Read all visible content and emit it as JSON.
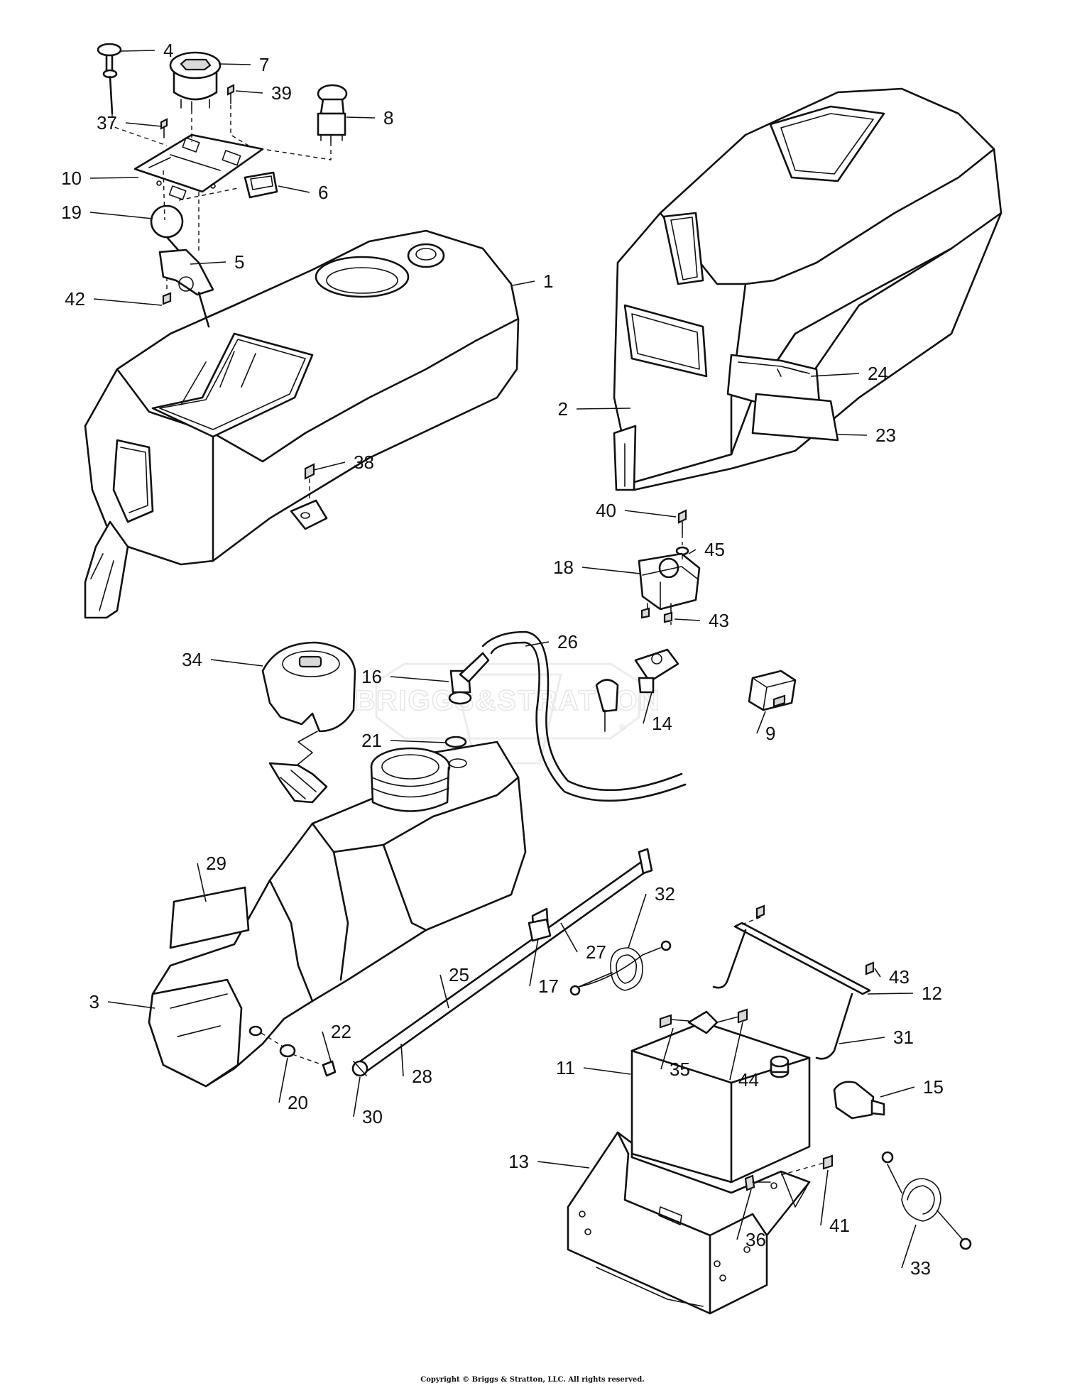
{
  "watermark": "BRIGGS&STRATTON",
  "watermark_mark": "®",
  "copyright": "Copyright © Briggs & Stratton, LLC. All rights reserved.",
  "callouts": [
    {
      "id": "4",
      "label": "4"
    },
    {
      "id": "7",
      "label": "7"
    },
    {
      "id": "39",
      "label": "39"
    },
    {
      "id": "8",
      "label": "8"
    },
    {
      "id": "37",
      "label": "37"
    },
    {
      "id": "10",
      "label": "10"
    },
    {
      "id": "6",
      "label": "6"
    },
    {
      "id": "19",
      "label": "19"
    },
    {
      "id": "5",
      "label": "5"
    },
    {
      "id": "42",
      "label": "42"
    },
    {
      "id": "1",
      "label": "1"
    },
    {
      "id": "38",
      "label": "38"
    },
    {
      "id": "24",
      "label": "24"
    },
    {
      "id": "2",
      "label": "2"
    },
    {
      "id": "23",
      "label": "23"
    },
    {
      "id": "40",
      "label": "40"
    },
    {
      "id": "45",
      "label": "45"
    },
    {
      "id": "18",
      "label": "18"
    },
    {
      "id": "43a",
      "label": "43"
    },
    {
      "id": "26",
      "label": "26"
    },
    {
      "id": "34",
      "label": "34"
    },
    {
      "id": "16",
      "label": "16"
    },
    {
      "id": "14",
      "label": "14"
    },
    {
      "id": "9",
      "label": "9"
    },
    {
      "id": "21",
      "label": "21"
    },
    {
      "id": "29",
      "label": "29"
    },
    {
      "id": "32",
      "label": "32"
    },
    {
      "id": "25",
      "label": "25"
    },
    {
      "id": "27",
      "label": "27"
    },
    {
      "id": "43b",
      "label": "43"
    },
    {
      "id": "17",
      "label": "17"
    },
    {
      "id": "12",
      "label": "12"
    },
    {
      "id": "3",
      "label": "3"
    },
    {
      "id": "22",
      "label": "22"
    },
    {
      "id": "31",
      "label": "31"
    },
    {
      "id": "11",
      "label": "11"
    },
    {
      "id": "35",
      "label": "35"
    },
    {
      "id": "44",
      "label": "44"
    },
    {
      "id": "15",
      "label": "15"
    },
    {
      "id": "28",
      "label": "28"
    },
    {
      "id": "20",
      "label": "20"
    },
    {
      "id": "30",
      "label": "30"
    },
    {
      "id": "13",
      "label": "13"
    },
    {
      "id": "41",
      "label": "41"
    },
    {
      "id": "36",
      "label": "36"
    },
    {
      "id": "33",
      "label": "33"
    }
  ]
}
